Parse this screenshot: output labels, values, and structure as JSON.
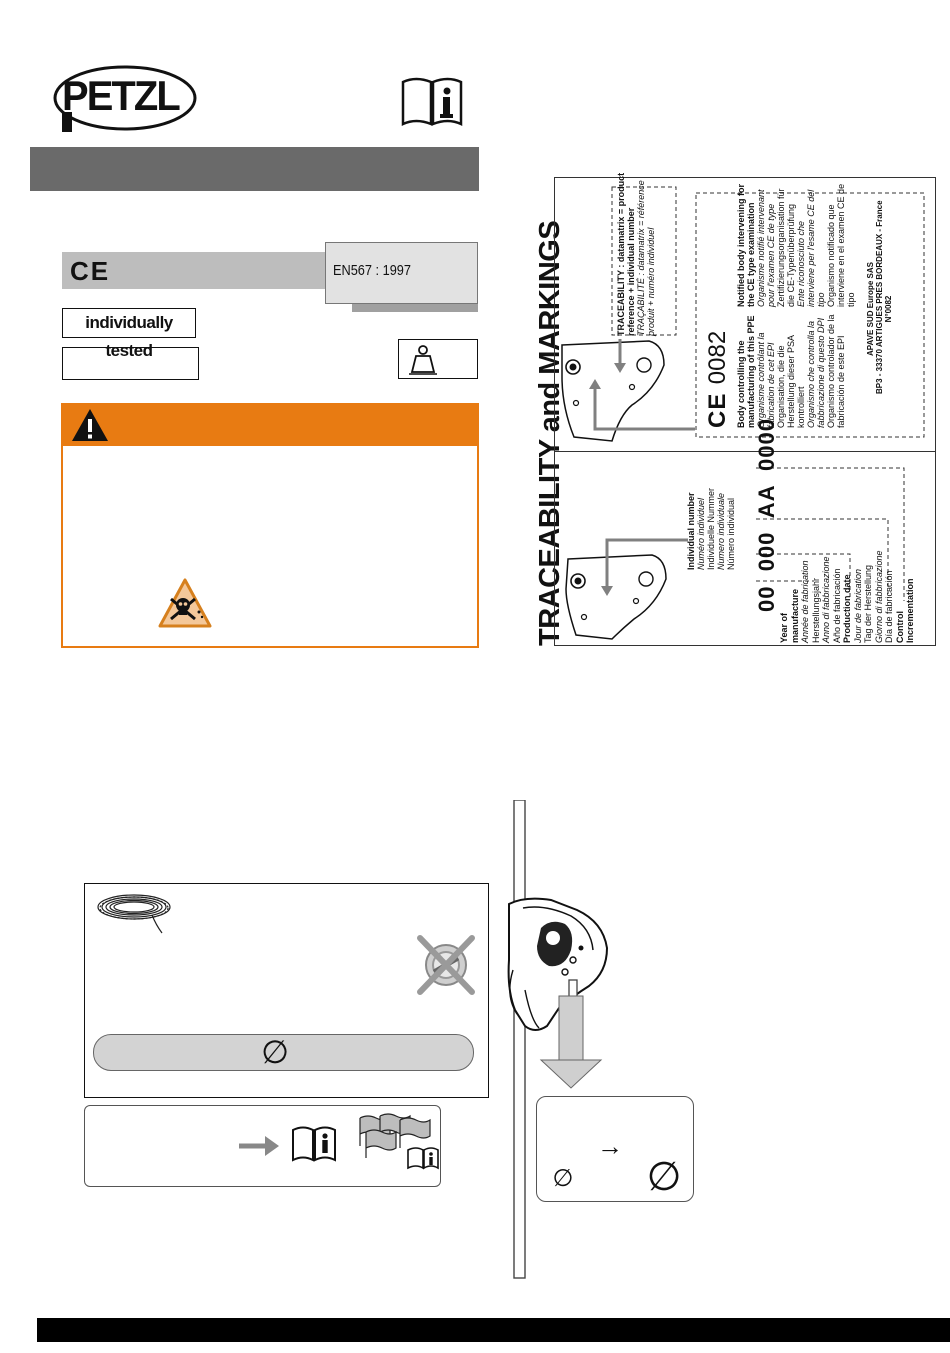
{
  "header": {
    "brand": "PETZL",
    "manual_icon": "manual-book-info-icon"
  },
  "left": {
    "ce_mark": "CE",
    "standard": "EN567 : 1997",
    "individually_tested": "individually tested",
    "weight_icon": "weight-icon",
    "warning_icon": "warning-triangle-icon",
    "danger_icon": "skull-danger-icon"
  },
  "traceability": {
    "title": "TRACEABILITY and MARKINGS",
    "trace_lines": [
      {
        "text": "TRACEABILITY : datamatrix = product",
        "bold": true,
        "italic": false
      },
      {
        "text": "reference + individual number",
        "bold": true,
        "italic": false
      },
      {
        "text": "TRAÇABILITÉ : datamatrix = référence",
        "bold": false,
        "italic": true
      },
      {
        "text": "produit + numéro individuel",
        "bold": false,
        "italic": true
      }
    ],
    "ce_number": "0082",
    "body_lines": [
      {
        "text": "Body controlling the",
        "bold": true,
        "italic": false
      },
      {
        "text": "manufacturing of this PPE",
        "bold": true,
        "italic": false
      },
      {
        "text": "Organisme contrôlant la",
        "bold": false,
        "italic": true
      },
      {
        "text": "fabrication de cet EPI",
        "bold": false,
        "italic": true
      },
      {
        "text": "Organisation, die die",
        "bold": false,
        "italic": false
      },
      {
        "text": "Herstellung dieser PSA",
        "bold": false,
        "italic": false
      },
      {
        "text": "kontrolliert",
        "bold": false,
        "italic": false
      },
      {
        "text": "Organismo che controlla la",
        "bold": false,
        "italic": true
      },
      {
        "text": "fabbricazione di questo DPI",
        "bold": false,
        "italic": true
      },
      {
        "text": "Organismo controlador de la",
        "bold": false,
        "italic": false
      },
      {
        "text": "fabricación de este EPI",
        "bold": false,
        "italic": false
      }
    ],
    "notified_lines": [
      {
        "text": "Notified body intervening for",
        "bold": true,
        "italic": false
      },
      {
        "text": "the CE type examination",
        "bold": true,
        "italic": false
      },
      {
        "text": "Organisme notifié intervenant",
        "bold": false,
        "italic": true
      },
      {
        "text": "pour l'examen CE de type",
        "bold": false,
        "italic": true
      },
      {
        "text": "Zertifizierungsorganisation für",
        "bold": false,
        "italic": false
      },
      {
        "text": "die CE-Typenüberprüfung",
        "bold": false,
        "italic": false
      },
      {
        "text": "Ente riconosciuto che",
        "bold": false,
        "italic": true
      },
      {
        "text": "interviene per l'esame CE del",
        "bold": false,
        "italic": true
      },
      {
        "text": "tipo",
        "bold": false,
        "italic": true
      },
      {
        "text": "Organismo notificado que",
        "bold": false,
        "italic": false
      },
      {
        "text": "interviene en el examen CE de",
        "bold": false,
        "italic": false
      },
      {
        "text": "tipo",
        "bold": false,
        "italic": false
      }
    ],
    "apave_lines": [
      "APAVE SUD Europe SAS",
      "BP3 - 33370 ARTIGUES PRES BORDEAUX - France",
      "N°0082"
    ],
    "serial": "00  000  AA  0000",
    "individual_lines": [
      {
        "text": "Individual number",
        "bold": true,
        "italic": false
      },
      {
        "text": "Numéro individuel",
        "bold": false,
        "italic": true
      },
      {
        "text": "Individuelle Nummer",
        "bold": false,
        "italic": false
      },
      {
        "text": "Numero individuale",
        "bold": false,
        "italic": true
      },
      {
        "text": "Número individual",
        "bold": false,
        "italic": false
      }
    ],
    "legend_lines": [
      {
        "text": "Year of",
        "bold": true,
        "italic": false
      },
      {
        "text": "manufacture",
        "bold": true,
        "italic": false
      },
      {
        "text": "Année de fabrication",
        "bold": false,
        "italic": true
      },
      {
        "text": "Herstellungsjahr",
        "bold": false,
        "italic": false
      },
      {
        "text": "Anno di fabbricazione",
        "bold": false,
        "italic": true
      },
      {
        "text": "Año de fabricación",
        "bold": false,
        "italic": false
      },
      {
        "text": "Production date",
        "bold": true,
        "italic": false
      },
      {
        "text": "Jour de fabrication",
        "bold": false,
        "italic": true
      },
      {
        "text": "Tag der Herstellung",
        "bold": false,
        "italic": false
      },
      {
        "text": "Giorno di fabbricazione",
        "bold": false,
        "italic": true
      },
      {
        "text": "Día de fabricación",
        "bold": false,
        "italic": false
      },
      {
        "text": "Control",
        "bold": true,
        "italic": false
      },
      {
        "text": "Incrementation",
        "bold": true,
        "italic": false
      }
    ]
  },
  "bottom": {
    "diameter_symbol": "∅",
    "arrow_symbol": "→",
    "rope_icon": "rope-coil-icon",
    "no_static_icon": "crossed-out-rope-icon",
    "flags_icon": "flags-manual-icon"
  }
}
